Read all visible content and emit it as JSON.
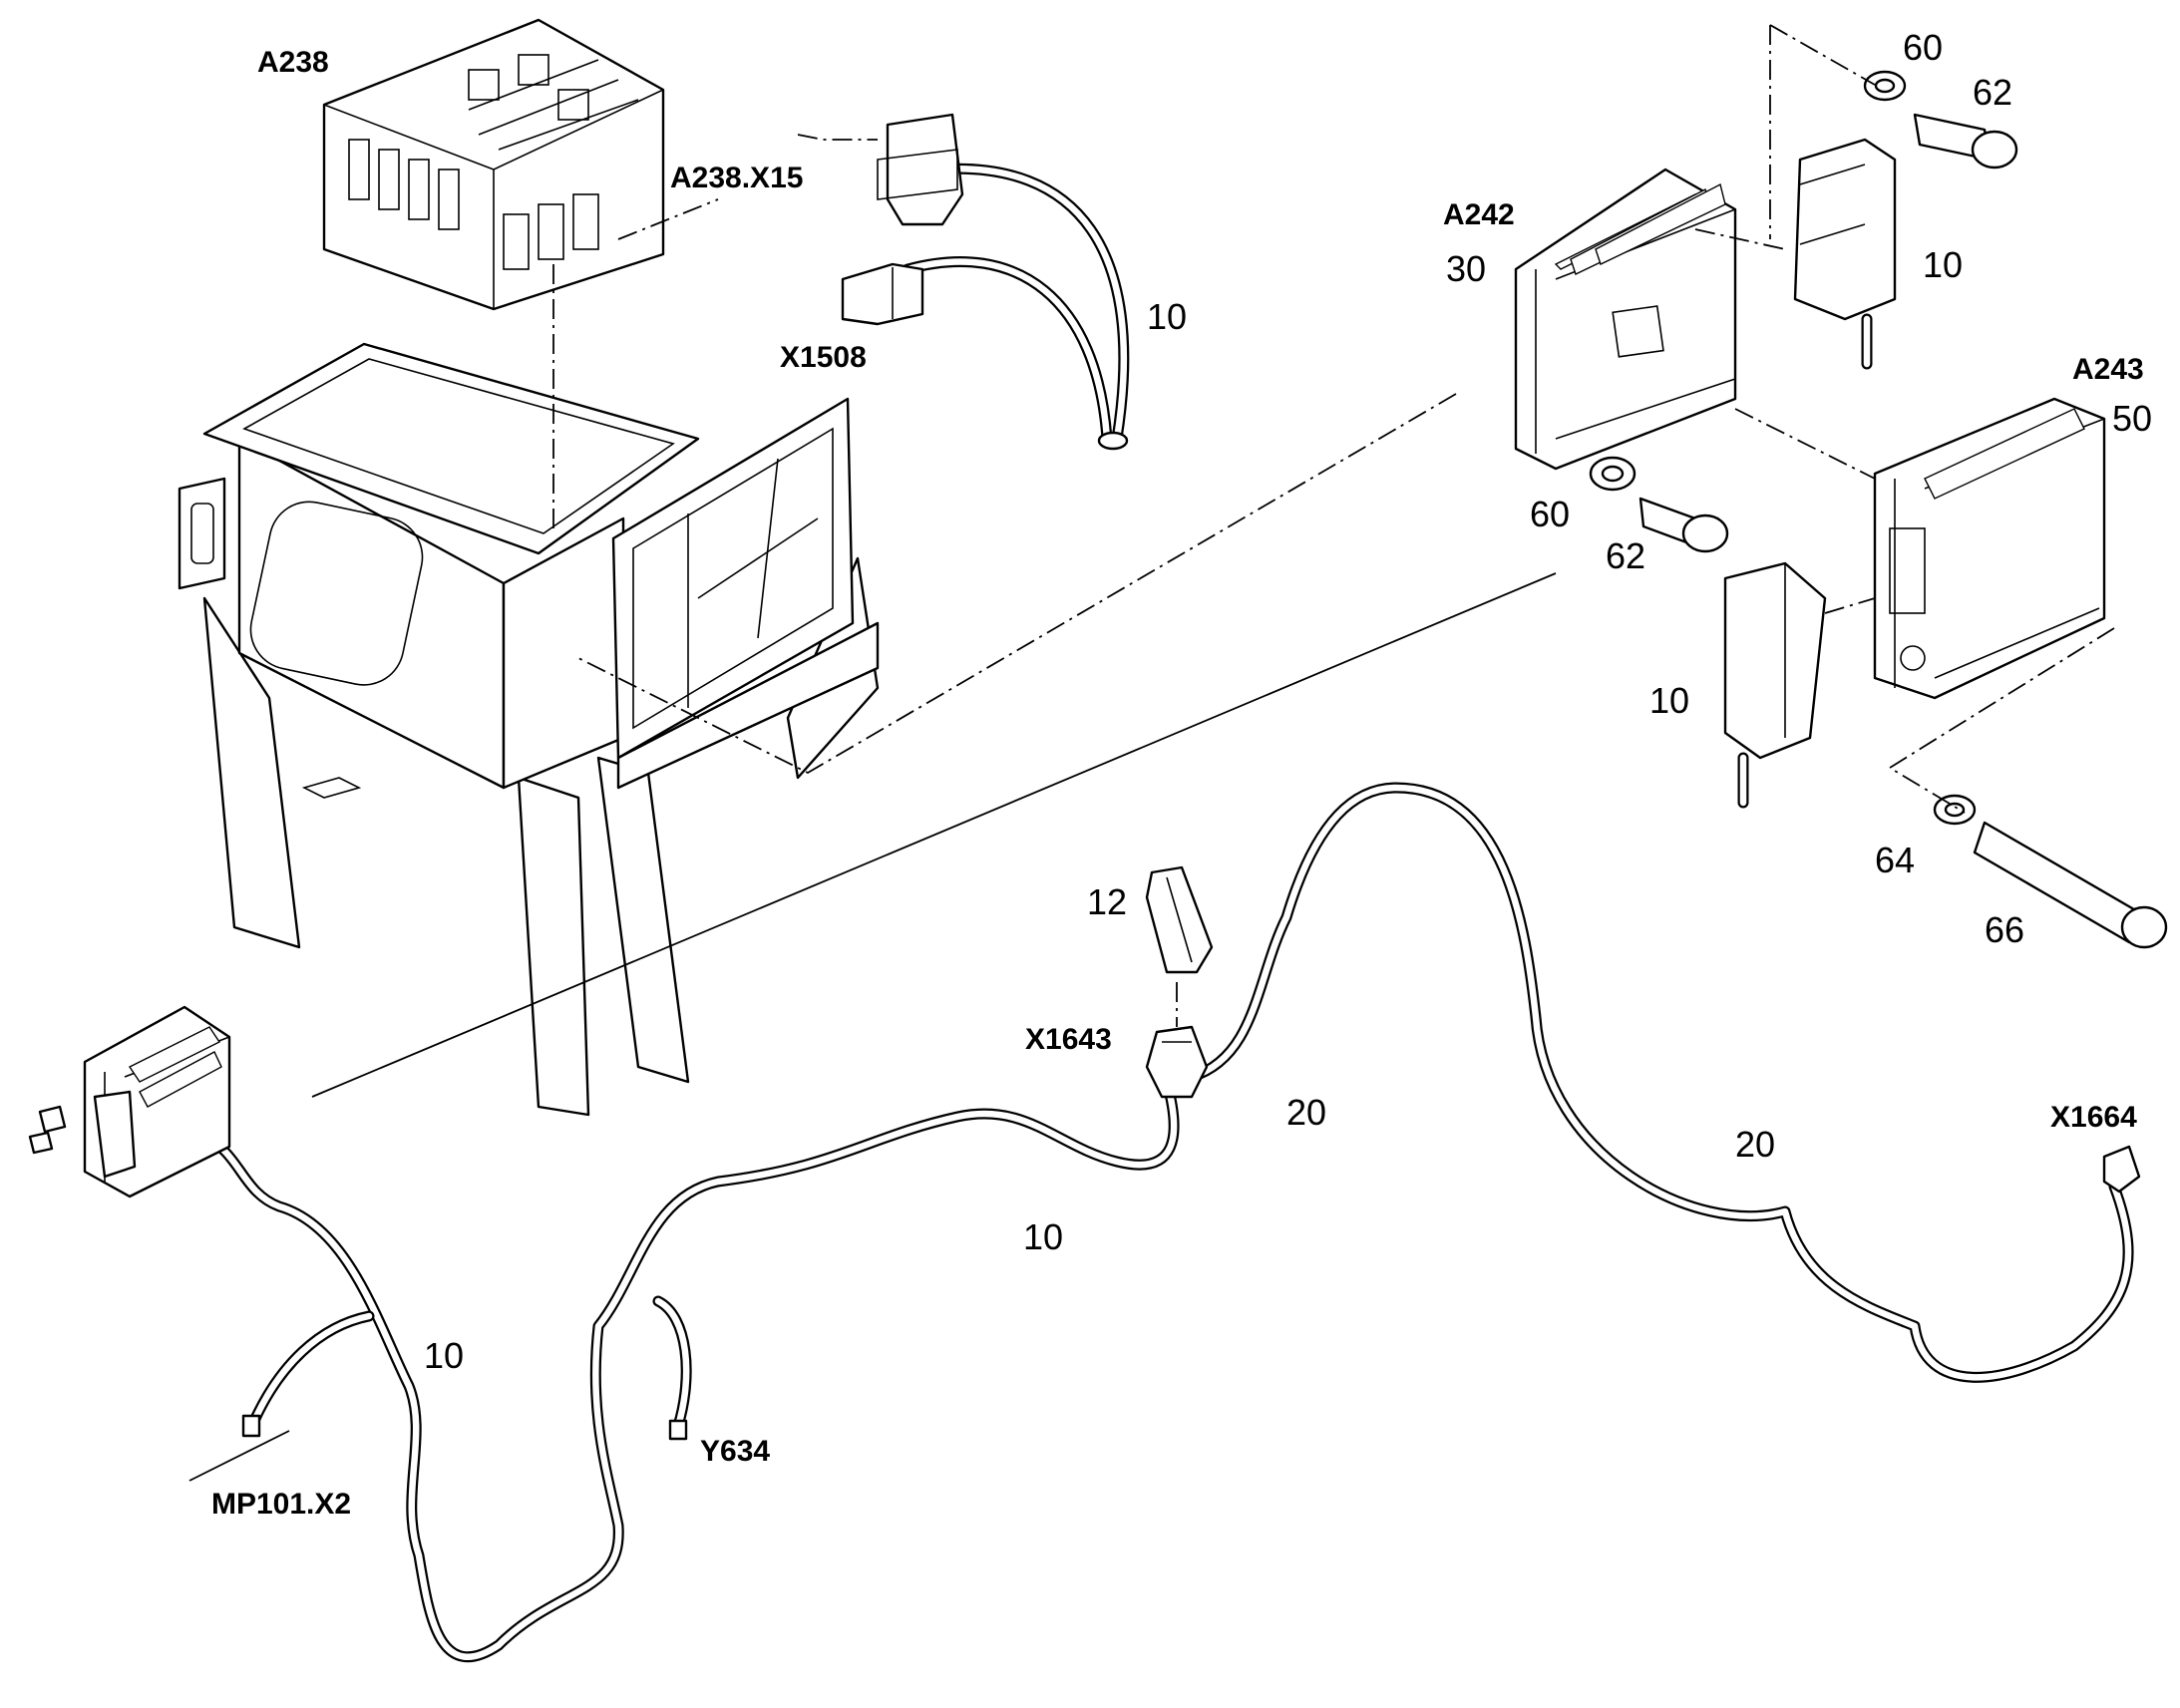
{
  "labels": {
    "a238": "A238",
    "a238_x15": "A238.X15",
    "x1508": "X1508",
    "a242": "A242",
    "a243": "A243",
    "x1643": "X1643",
    "x1664": "X1664",
    "y634": "Y634",
    "mp101_x2": "MP101.X2"
  },
  "item_numbers": {
    "n10_top": "10",
    "n60_top": "60",
    "n62_top": "62",
    "n10_right_top": "10",
    "n30": "30",
    "n50": "50",
    "n60_mid": "60",
    "n62_mid": "62",
    "n10_mid": "10",
    "n64": "64",
    "n66": "66",
    "n12": "12",
    "n20_upper": "20",
    "n20_right": "20",
    "n10_center": "10",
    "n10_left": "10"
  }
}
